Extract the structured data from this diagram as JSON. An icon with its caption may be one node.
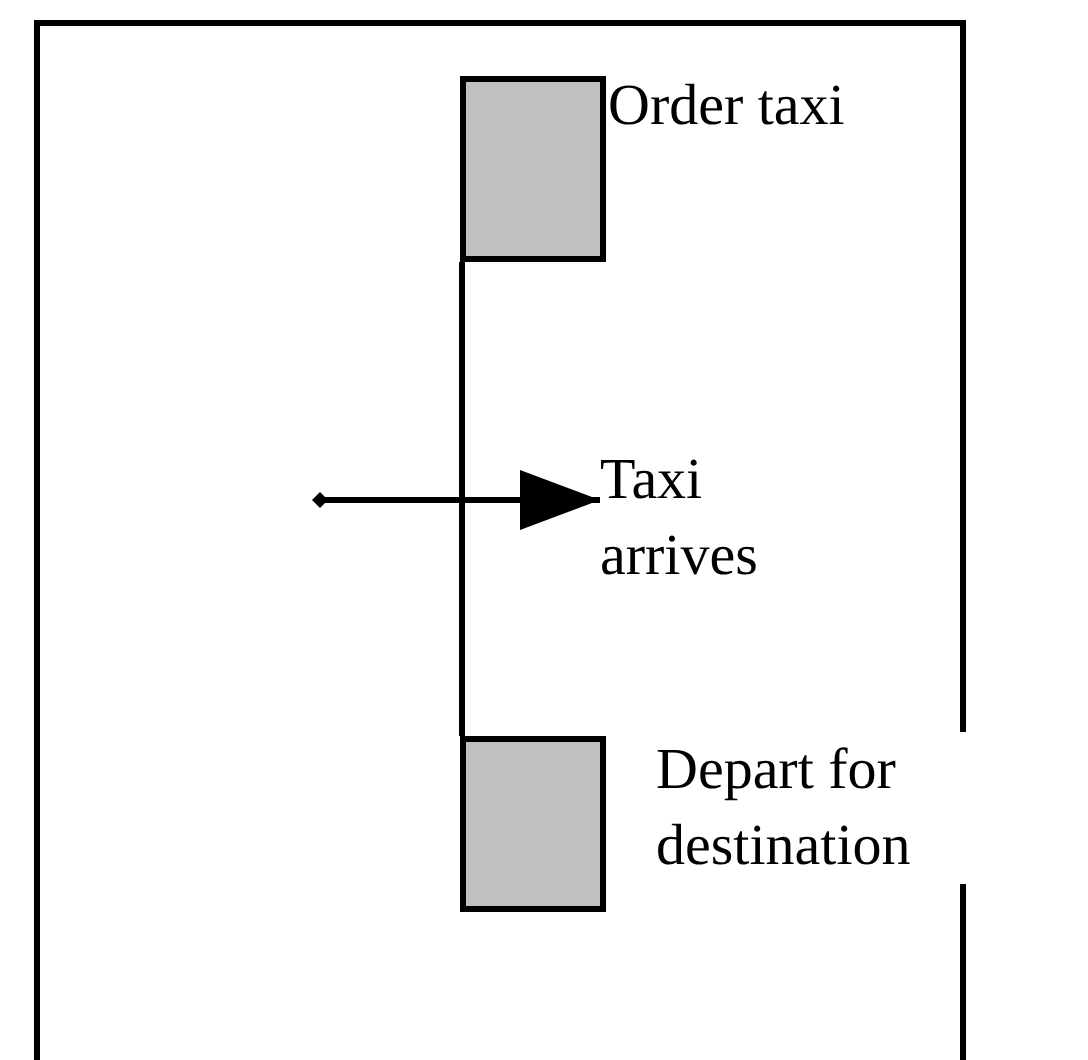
{
  "diagram": {
    "nodes": [
      {
        "text": [],
        "shape": "box",
        "beside": [
          "Order taxi"
        ]
      },
      {
        "text": [
          "Taxi arrives"
        ]
      },
      {
        "text": [],
        "shape": "box",
        "beside": [
          "Depart for destination"
        ]
      }
    ],
    "edges": [
      {
        "from": 0,
        "to": 2,
        "arrow": "none"
      },
      {
        "from": null,
        "to": 1,
        "arrow": "to"
      }
    ]
  }
}
